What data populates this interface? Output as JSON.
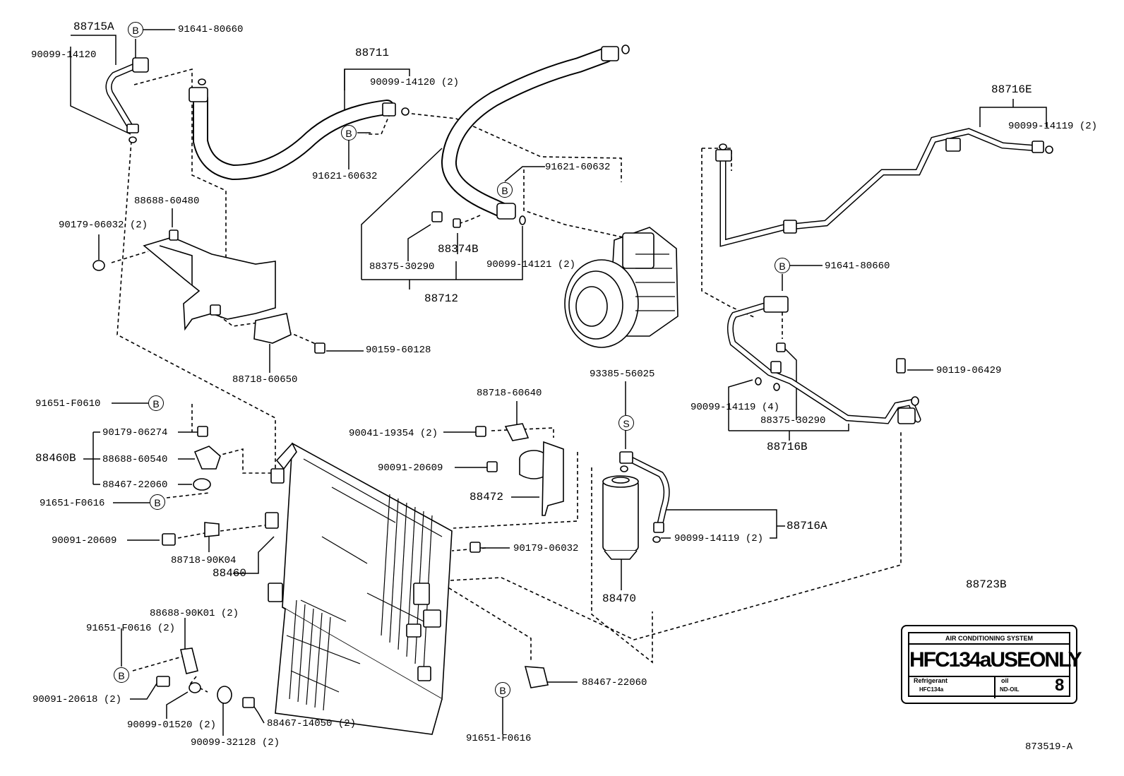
{
  "diagram_id": "873519-A",
  "markers": {
    "b": "B",
    "s": "S"
  },
  "sticker": {
    "part_no": "88723B",
    "system": "AIR CONDITIONING SYSTEM",
    "main": "HFC134aUSEONLY",
    "refrigerant_title": "Refrigerant",
    "refrigerant_value": "HFC134a",
    "oil_title": "oil",
    "oil_value": "ND-OIL",
    "oil_qty": "8"
  },
  "labels": {
    "p88715A": "88715A",
    "p91641_80660_a": "91641-80660",
    "p90099_14120_a": "90099-14120",
    "p88711": "88711",
    "p90099_14120_2": "90099-14120 (2)",
    "p91621_60632_a": "91621-60632",
    "p91621_60632_b": "91621-60632",
    "p88688_60480": "88688-60480",
    "p90179_06032_2": "90179-06032 (2)",
    "p88374B": "88374B",
    "p88375_30290_a": "88375-30290",
    "p90099_14121_2": "90099-14121 (2)",
    "p88712": "88712",
    "p90159_60128": "90159-60128",
    "p88718_60650": "88718-60650",
    "p88716E": "88716E",
    "p90099_14119_2a": "90099-14119 (2)",
    "p91641_80660_b": "91641-80660",
    "p93385_56025": "93385-56025",
    "p90119_06429": "90119-06429",
    "p90099_14119_4": "90099-14119 (4)",
    "p88375_30290_b": "88375-30290",
    "p88716B": "88716B",
    "p91651_F0610": "91651-F0610",
    "p88718_60640": "88718-60640",
    "p90179_06274": "90179-06274",
    "p90041_19354_2": "90041-19354 (2)",
    "p88460B": "88460B",
    "p88688_60540": "88688-60540",
    "p90091_20609_a": "90091-20609",
    "p88467_22060_a": "88467-22060",
    "p88472": "88472",
    "p91651_F0616_a": "91651-F0616",
    "p90091_20609_b": "90091-20609",
    "p90179_06032": "90179-06032",
    "p88718_90K04": "88718-90K04",
    "p88460": "88460",
    "p90099_14119_2b": "90099-14119 (2)",
    "p88716A": "88716A",
    "p88470": "88470",
    "p88688_90K01_2": "88688-90K01 (2)",
    "p91651_F0616_2": "91651-F0616 (2)",
    "p90091_20618_2": "90091-20618 (2)",
    "p88467_22060_b": "88467-22060",
    "p90099_01520_2": "90099-01520 (2)",
    "p88467_14050_2": "88467-14050 (2)",
    "p90099_32128_2": "90099-32128 (2)",
    "p91651_F0616_b": "91651-F0616"
  }
}
